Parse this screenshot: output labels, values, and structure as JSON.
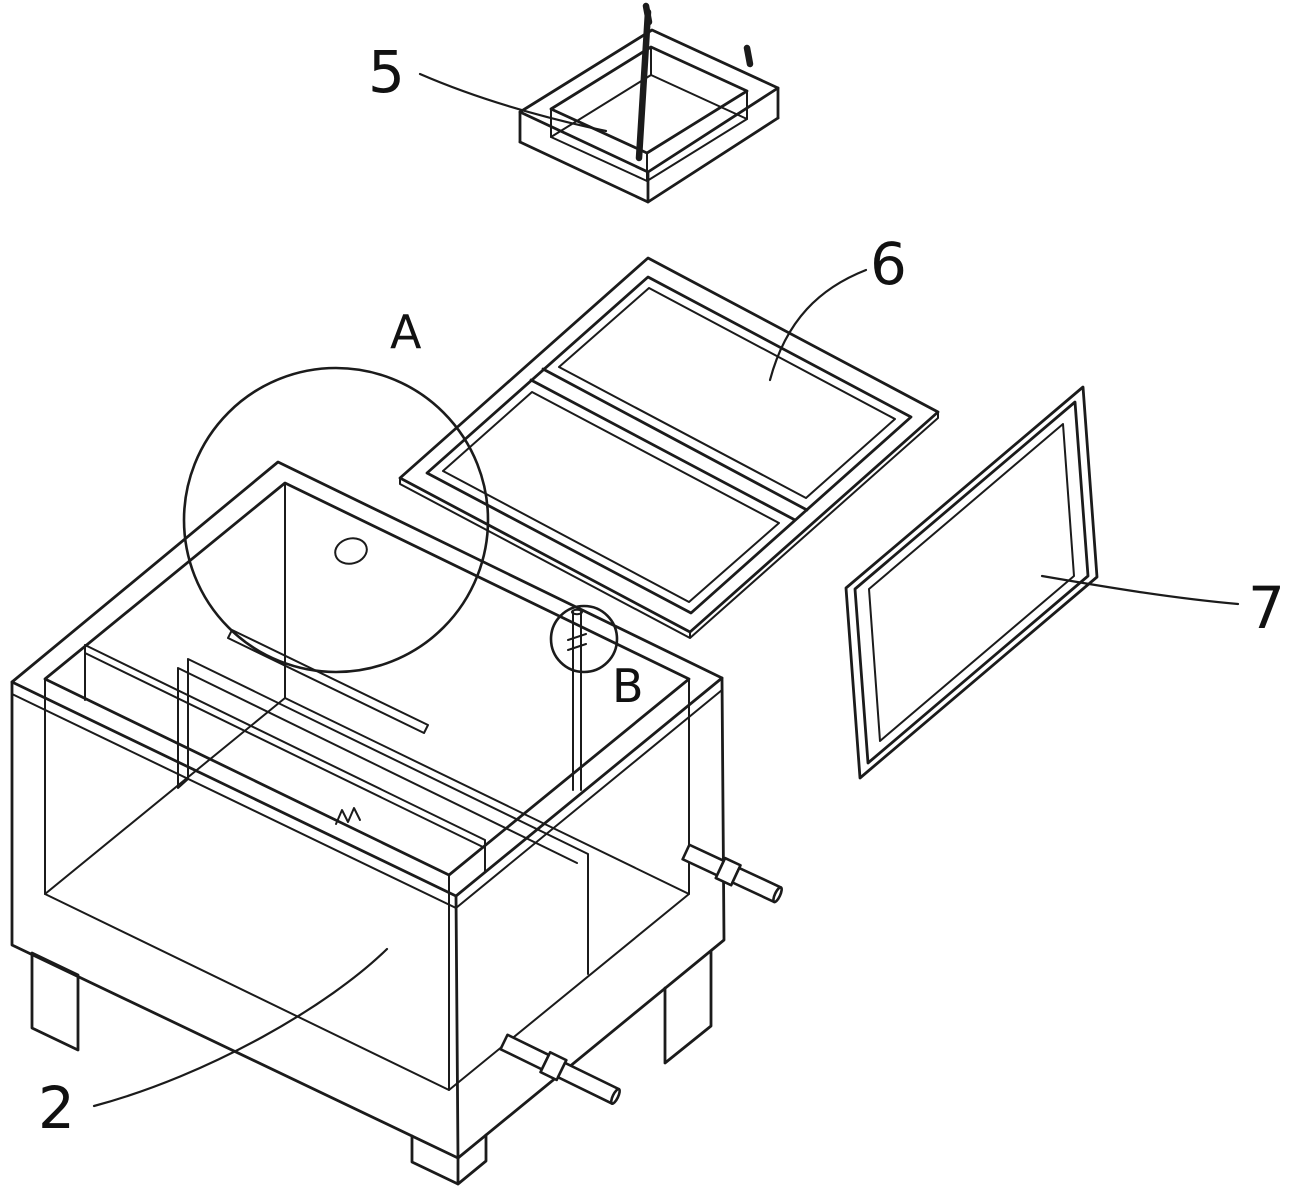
{
  "figure": {
    "type": "exploded technical patent drawing of a tank assembly",
    "background_color": "#ffffff",
    "line_color": "#1b1b1b",
    "labels": {
      "part2": "2",
      "part5": "5",
      "part6": "6",
      "part7": "7",
      "detailA": "A",
      "detailB": "B"
    }
  }
}
